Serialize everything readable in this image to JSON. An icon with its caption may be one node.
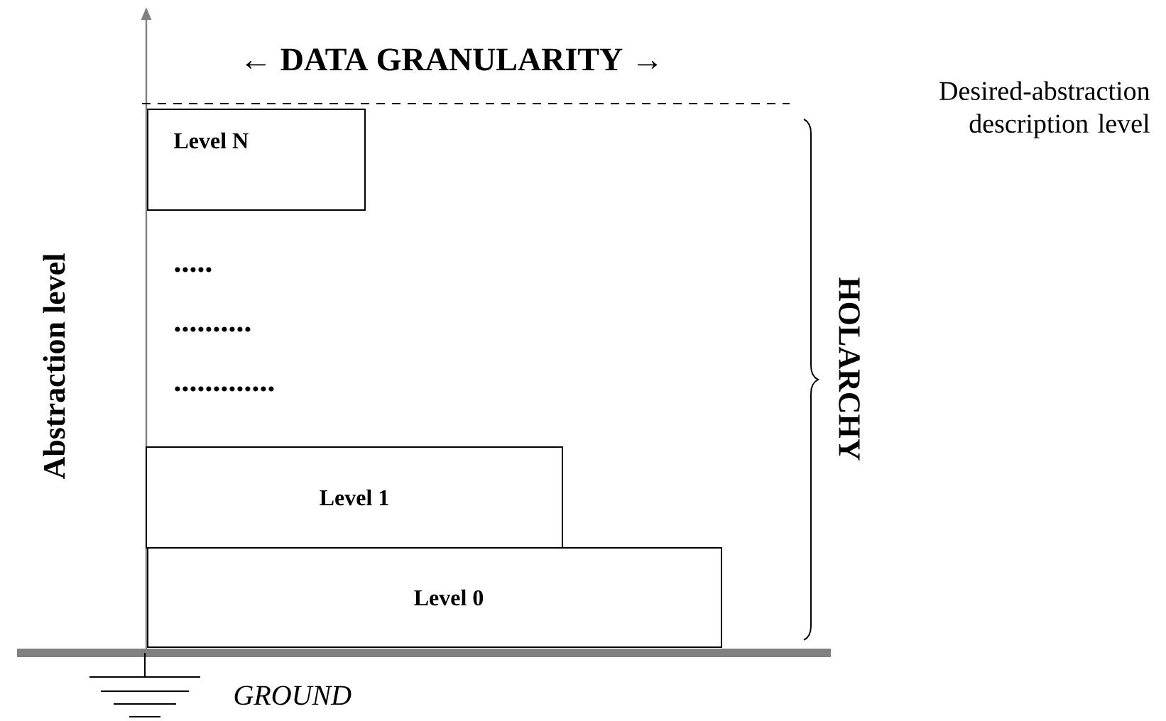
{
  "diagram": {
    "nodes": [
      {
        "text": [
          "Level N"
        ]
      },
      {
        "text": [
          "Level 1"
        ]
      },
      {
        "text": [
          "Level 0"
        ]
      }
    ],
    "labels": [
      "← DATA GRANULARITY →",
      "Desired-abstraction description level",
      "Abstraction level",
      ".....",
      "..........",
      ".............",
      "HOLARCHY",
      "GROUND"
    ]
  }
}
